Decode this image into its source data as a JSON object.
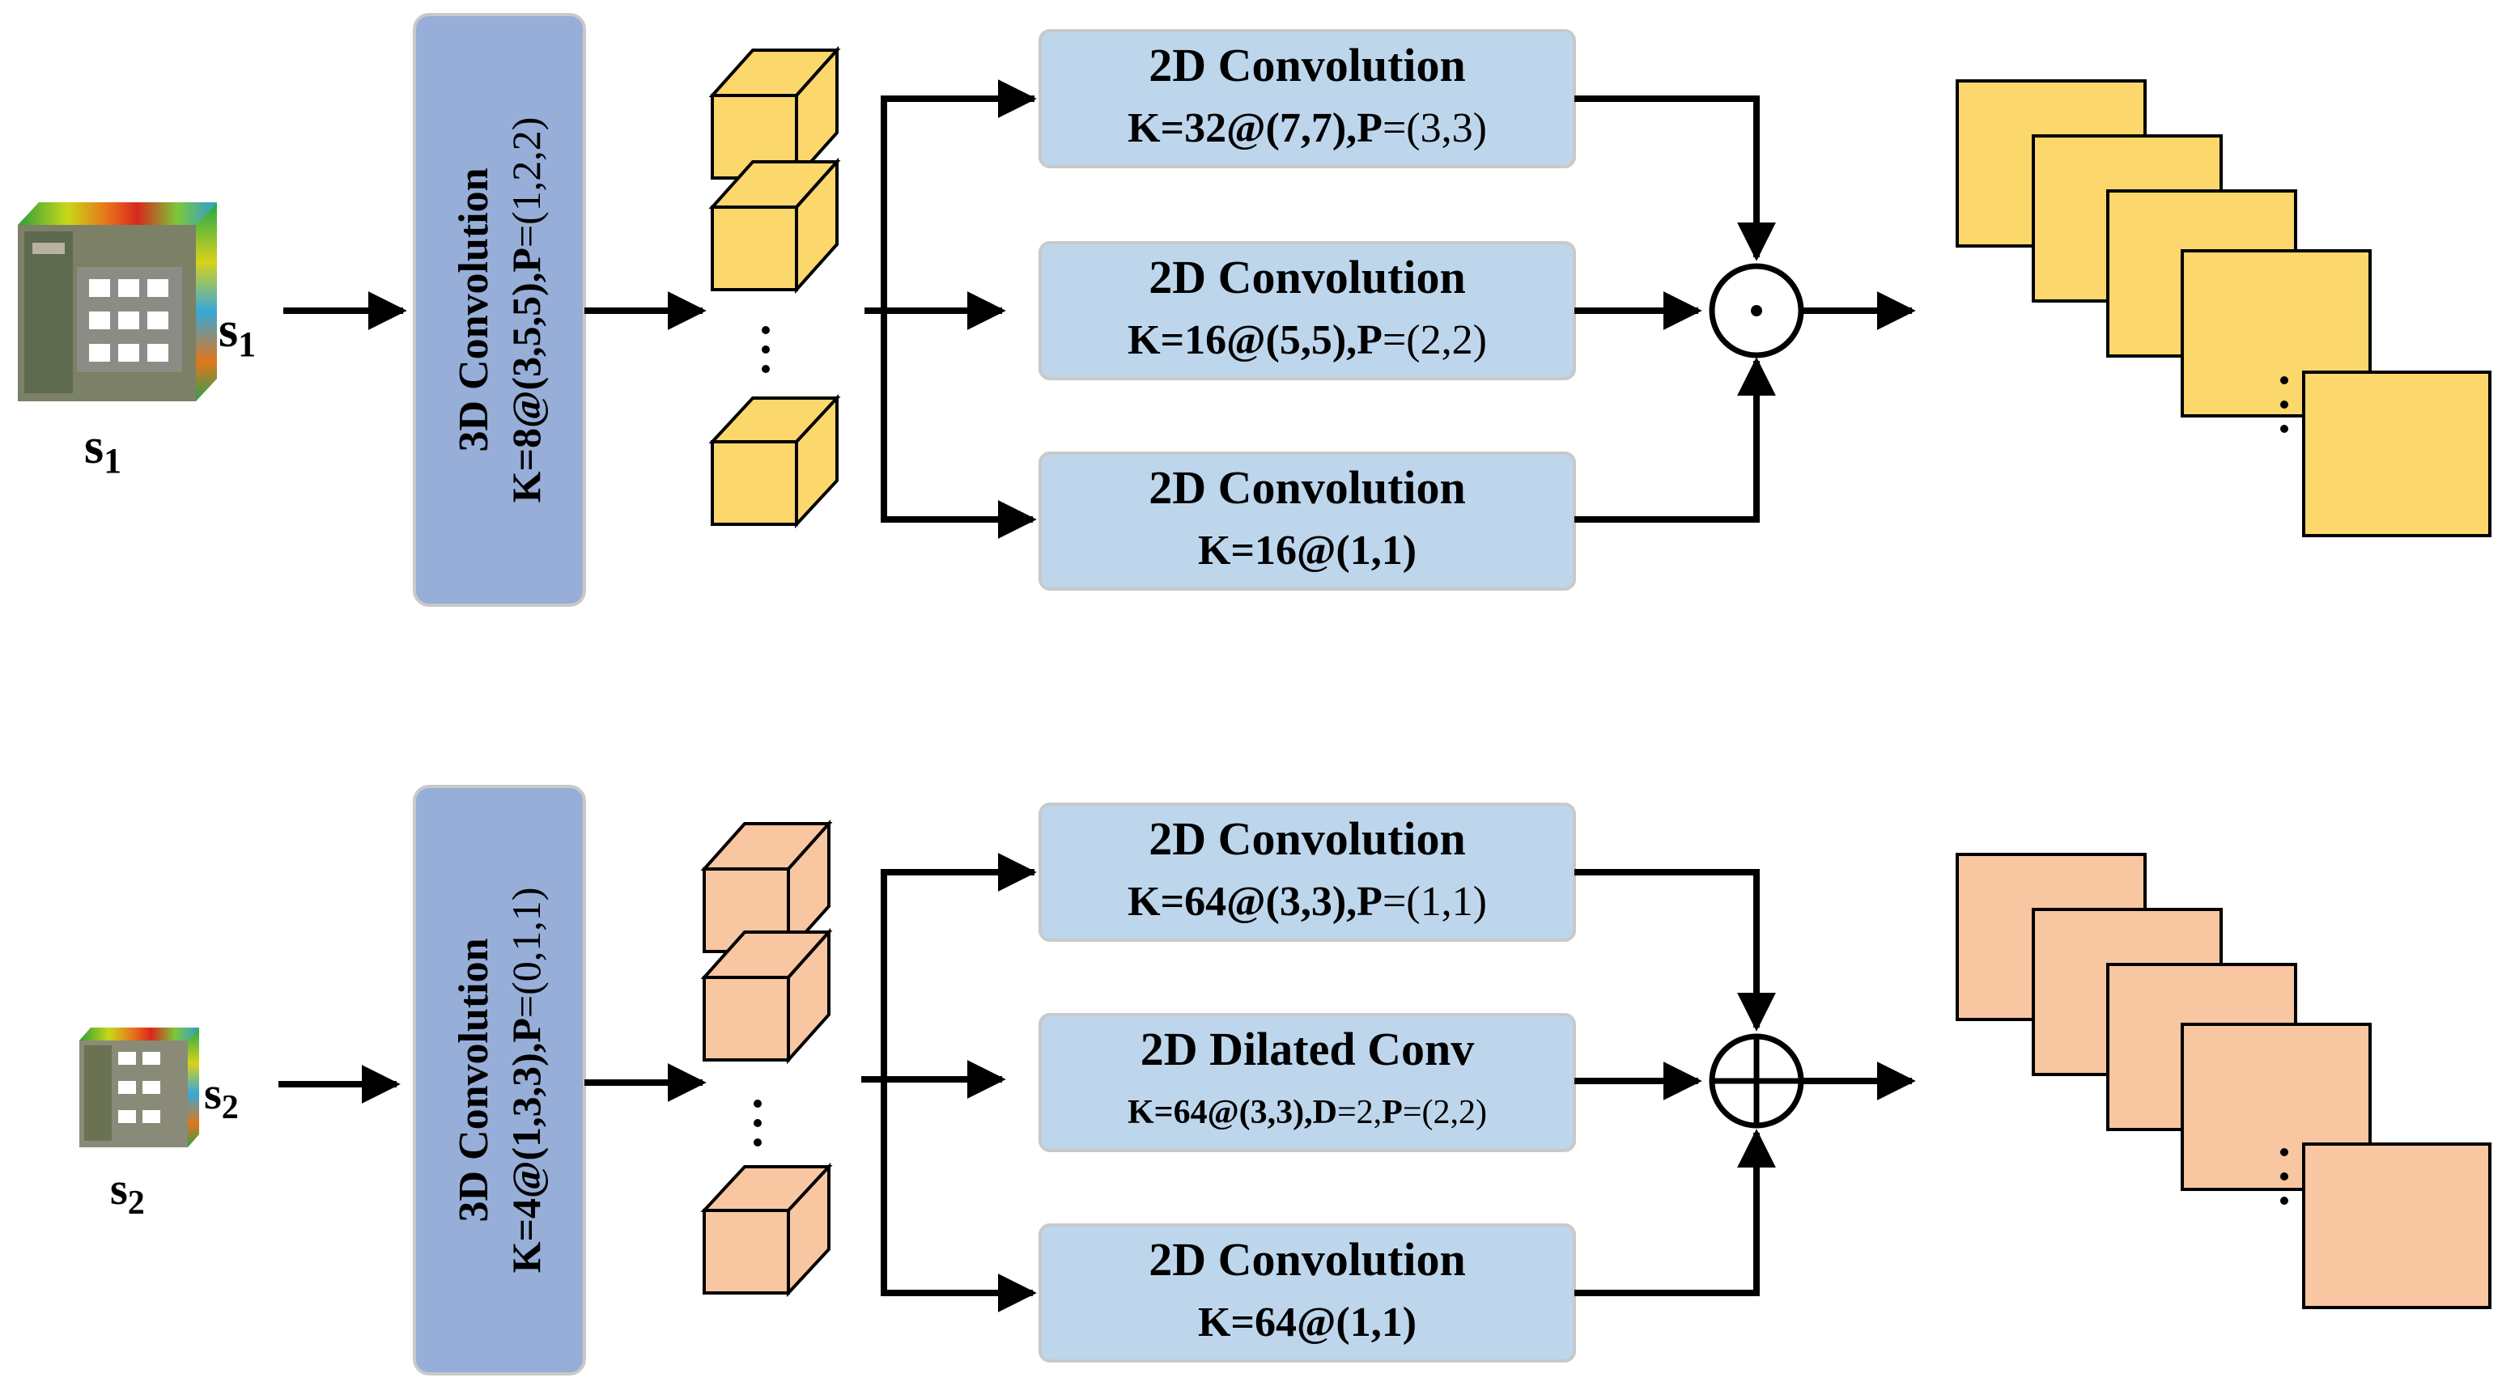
{
  "colors": {
    "conv3d_fill": "#96aed8",
    "conv2d_fill": "#bdd6ec",
    "box_stroke": "#c9c9c9",
    "yellow_fill": "#fcd76c",
    "orange_fill": "#f8c6a0",
    "line": "#000000"
  },
  "top": {
    "input_label_side": "s",
    "input_label_below": "s",
    "input_subscript": "1",
    "conv3d": {
      "title": "3D Convolution",
      "params_k": "K=8@(3,5,5),",
      "params_p_letter": "P",
      "params_p_value": "=(1,2,2)"
    },
    "branches": [
      {
        "title": "2D Convolution",
        "k": "K=32@(7,7),",
        "p_letter": "P",
        "p_value": "=(3,3)"
      },
      {
        "title": "2D Convolution",
        "k": "K=16@(5,5),",
        "p_letter": "P",
        "p_value": "=(2,2)"
      },
      {
        "title": "2D Convolution",
        "k": "K=16@(1,1)",
        "p_letter": "",
        "p_value": ""
      }
    ],
    "merge_op": "elementwise-product"
  },
  "bottom": {
    "input_label_side": "s",
    "input_label_below": "s",
    "input_subscript": "2",
    "conv3d": {
      "title": "3D Convolution",
      "params_k": "K=4@(1,3,3),",
      "params_p_letter": "P",
      "params_p_value": "=(0,1,1)"
    },
    "branches": [
      {
        "title": "2D Convolution",
        "k": "K=64@(3,3),",
        "p_letter": "P",
        "p_value": "=(1,1)"
      },
      {
        "title": "2D Dilated Conv",
        "k": "K=64@(3,3),",
        "d_letter": "D",
        "d_value": "=2,",
        "p_letter": "P",
        "p_value": "=(2,2)"
      },
      {
        "title": "2D Convolution",
        "k": "K=64@(1,1)",
        "p_letter": "",
        "p_value": ""
      }
    ],
    "merge_op": "elementwise-sum"
  }
}
